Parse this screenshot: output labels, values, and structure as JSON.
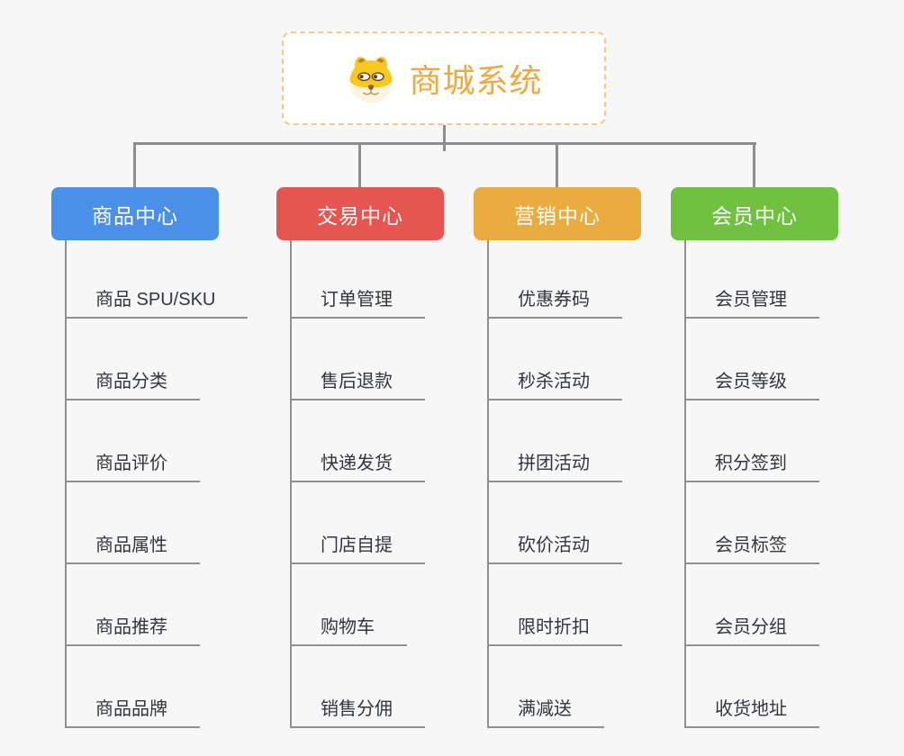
{
  "root": {
    "title": "商城系统",
    "icon": "dog-face-icon"
  },
  "branches": [
    {
      "label": "商品中心",
      "color": "#4B90E8",
      "children": [
        "商品 SPU/SKU",
        "商品分类",
        "商品评价",
        "商品属性",
        "商品推荐",
        "商品品牌"
      ]
    },
    {
      "label": "交易中心",
      "color": "#E4564F",
      "children": [
        "订单管理",
        "售后退款",
        "快递发货",
        "门店自提",
        "购物车",
        "销售分佣"
      ]
    },
    {
      "label": "营销中心",
      "color": "#EAAB3F",
      "children": [
        "优惠券码",
        "秒杀活动",
        "拼团活动",
        "砍价活动",
        "限时折扣",
        "满减送"
      ]
    },
    {
      "label": "会员中心",
      "color": "#6FC13F",
      "children": [
        "会员管理",
        "会员等级",
        "积分签到",
        "会员标签",
        "会员分组",
        "收货地址"
      ]
    }
  ],
  "colors": {
    "background": "#F7F7F7",
    "connector": "#8E8E8E",
    "child_line": "#909090",
    "root_border": "#F6C882",
    "root_text": "#F1A83E",
    "branch_text": "#FFFFFF",
    "child_text": "#32363E"
  }
}
